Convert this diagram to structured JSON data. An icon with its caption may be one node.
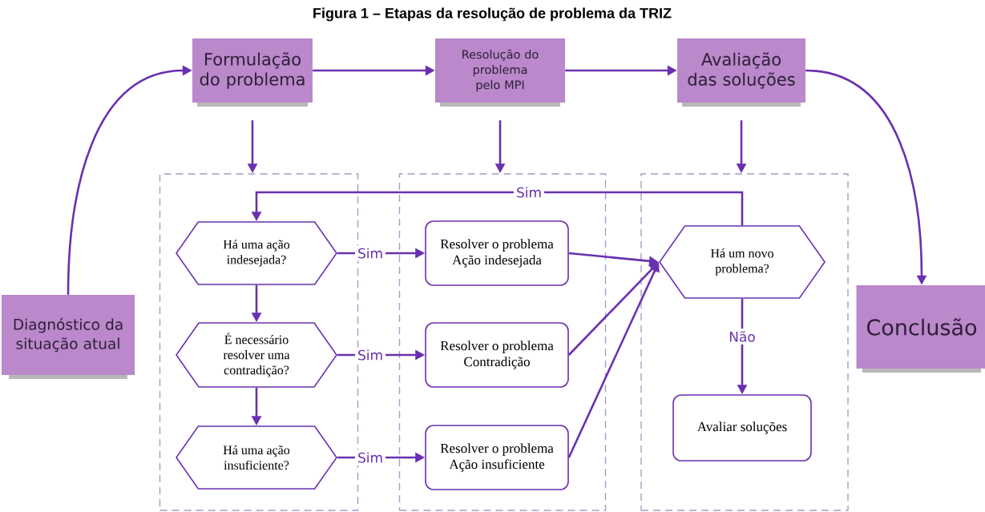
{
  "diagram": {
    "title": "Figura 1 – Etapas da resolução de problema da TRIZ",
    "nodes": [
      {
        "text": [
          "Diagnóstico da situação atual"
        ]
      },
      {
        "text": [
          "Formulação do problema"
        ]
      },
      {
        "text": [
          "Resolução do problema pelo MPI"
        ]
      },
      {
        "text": [
          "Avaliação das soluções"
        ]
      },
      {
        "text": [
          "Conclusão"
        ]
      },
      {
        "text": [],
        "shape": "box"
      },
      {
        "text": [],
        "shape": "box"
      },
      {
        "text": [],
        "shape": "box"
      },
      {
        "text": [
          "Há uma ação indesejada?"
        ],
        "in": 5
      },
      {
        "text": [
          "É necessário resolver uma contradição?"
        ],
        "in": 5
      },
      {
        "text": [
          "Há uma ação insuficiente?"
        ],
        "in": 5
      },
      {
        "text": [
          "Resolver o problema Ação indesejada"
        ],
        "in": 6
      },
      {
        "text": [
          "Resolver o problema Contradição"
        ],
        "in": 6
      },
      {
        "text": [
          "Resolver o problema Ação insuficiente"
        ],
        "in": 6
      },
      {
        "text": [
          "Há um novo problema?"
        ],
        "in": 7
      },
      {
        "text": [
          "Avaliar soluções"
        ],
        "in": 7
      }
    ],
    "edges": [
      {
        "from": 0,
        "to": 1,
        "arrow": "to"
      },
      {
        "from": 1,
        "to": 2,
        "arrow": "to"
      },
      {
        "from": 2,
        "to": 3,
        "arrow": "to"
      },
      {
        "from": 3,
        "to": 4,
        "arrow": "to"
      },
      {
        "from": 1,
        "to": 5,
        "arrow": "to"
      },
      {
        "from": 2,
        "to": 6,
        "arrow": "to"
      },
      {
        "from": 3,
        "to": 7,
        "arrow": "to"
      },
      {
        "from": 8,
        "to": 11,
        "arrow": "to",
        "label": "Sim"
      },
      {
        "from": 9,
        "to": 12,
        "arrow": "to",
        "label": "Sim"
      },
      {
        "from": 10,
        "to": 13,
        "arrow": "to",
        "label": "Sim"
      },
      {
        "from": 8,
        "to": 9,
        "arrow": "to"
      },
      {
        "from": 9,
        "to": 10,
        "arrow": "to"
      },
      {
        "from": 11,
        "to": 14,
        "arrow": "to"
      },
      {
        "from": 12,
        "to": 14,
        "arrow": "to"
      },
      {
        "from": 13,
        "to": 14,
        "arrow": "to"
      },
      {
        "from": 14,
        "to": 8,
        "arrow": "to",
        "label": "Sim"
      },
      {
        "from": 14,
        "to": 15,
        "arrow": "to",
        "label": "Não"
      }
    ]
  }
}
